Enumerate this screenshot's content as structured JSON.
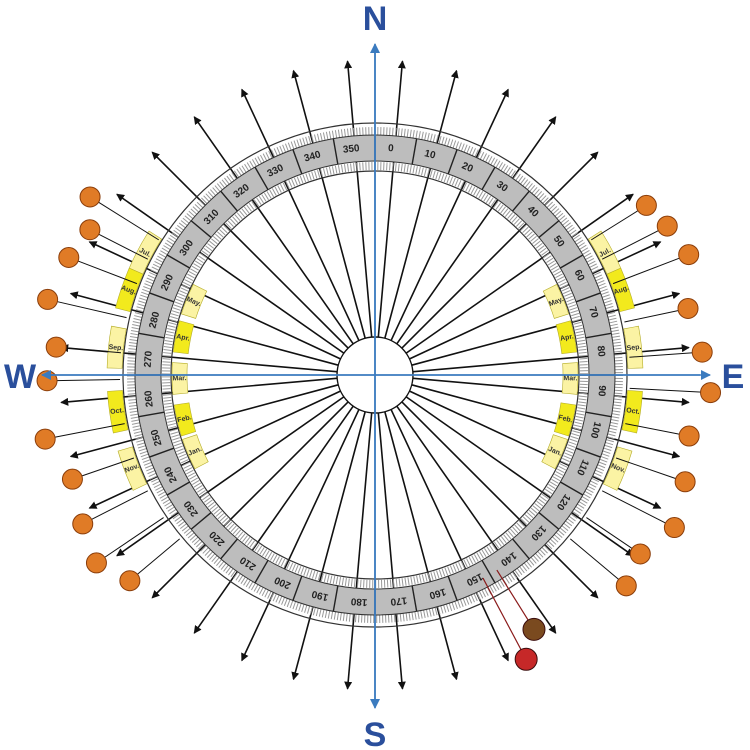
{
  "cardinals": {
    "north": "N",
    "east": "E",
    "south": "S",
    "west": "W"
  },
  "degree_labels": [
    "0",
    "10",
    "20",
    "30",
    "40",
    "50",
    "60",
    "70",
    "80",
    "90",
    "100",
    "110",
    "120",
    "130",
    "140",
    "150",
    "160",
    "170",
    "180",
    "190",
    "200",
    "210",
    "220",
    "230",
    "240",
    "250",
    "260",
    "270",
    "280",
    "290",
    "300",
    "310",
    "320",
    "330",
    "340",
    "350"
  ],
  "ray_count": 36,
  "months_outer_east": [
    {
      "label": "Jul.",
      "angle": 62
    },
    {
      "label": "Aug.",
      "angle": 71
    },
    {
      "label": "Sep.",
      "angle": 84
    },
    {
      "label": "Oct.",
      "angle": 98
    },
    {
      "label": "Nov.",
      "angle": 111
    }
  ],
  "months_inner_east": [
    {
      "label": "May.",
      "angle": 68
    },
    {
      "label": "Apr.",
      "angle": 79
    },
    {
      "label": "Mar.",
      "angle": 91
    },
    {
      "label": "Feb.",
      "angle": 103
    },
    {
      "label": "Jan.",
      "angle": 113
    }
  ],
  "months_outer_west": [
    {
      "label": "Jul.",
      "angle": 298
    },
    {
      "label": "Aug.",
      "angle": 289
    },
    {
      "label": "Sep.",
      "angle": 276
    },
    {
      "label": "Oct.",
      "angle": 262
    },
    {
      "label": "Nov.",
      "angle": 249
    }
  ],
  "months_inner_west": [
    {
      "label": "May.",
      "angle": 292
    },
    {
      "label": "Apr.",
      "angle": 281
    },
    {
      "label": "Mar.",
      "angle": 269
    },
    {
      "label": "Feb.",
      "angle": 257
    },
    {
      "label": "Jan.",
      "angle": 247
    }
  ],
  "sun_markers": [
    {
      "angle": 58
    },
    {
      "angle": 63
    },
    {
      "angle": 69
    },
    {
      "angle": 78
    },
    {
      "angle": 86
    },
    {
      "angle": 93
    },
    {
      "angle": 101
    },
    {
      "angle": 109
    },
    {
      "angle": 117
    },
    {
      "angle": 124
    },
    {
      "angle": 130
    },
    {
      "angle": 302
    },
    {
      "angle": 297
    },
    {
      "angle": 291
    },
    {
      "angle": 283
    },
    {
      "angle": 275
    },
    {
      "angle": 269
    },
    {
      "angle": 259
    },
    {
      "angle": 251
    },
    {
      "angle": 243
    },
    {
      "angle": 236
    },
    {
      "angle": 230
    }
  ],
  "moon_markers": [
    {
      "angle": 148
    },
    {
      "angle": 152
    }
  ],
  "colors": {
    "cardinal": "#2a4f9c",
    "ring": "#bdbdbd",
    "month_light": "#fbf3a4",
    "month_bright": "#f2ea1d",
    "sun": "#e07b26",
    "moon": "#c62828",
    "axis": "#3b7bbf"
  }
}
